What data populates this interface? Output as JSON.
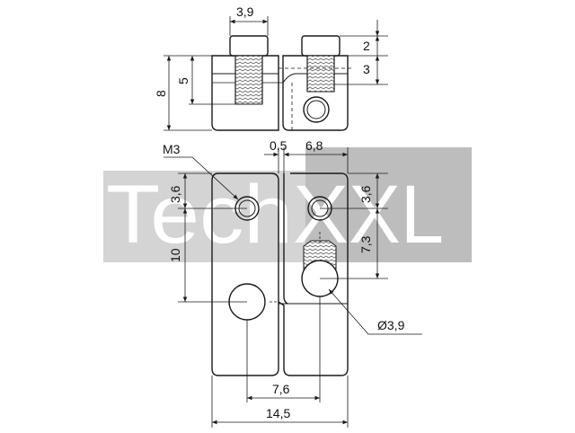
{
  "drawing": {
    "watermark": {
      "text_tech": "Tech",
      "text_x": "X",
      "text_xl": "XL",
      "band_color": "#d4d4d4",
      "box_color": "#bdbdbd"
    },
    "top_view": {
      "dim_width": "3,9",
      "dim_head": "2",
      "dim_thread": "3",
      "dim_height": "8",
      "dim_inner": "5"
    },
    "front_view": {
      "label_thread": "M3",
      "dim_gap": "0,5",
      "dim_right_width": "6,8",
      "dim_left_hole": "3,6",
      "dim_right_hole": "3,6",
      "dim_right_drop": "7,3",
      "dim_left_drop": "10",
      "dim_bore": "Ø3,9",
      "dim_hole_spacing": "7,6",
      "dim_total_width": "14,5"
    },
    "colors": {
      "line": "#1a1a1a",
      "thin": "#333333"
    }
  }
}
